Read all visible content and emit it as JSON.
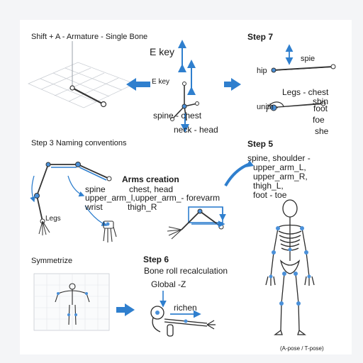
{
  "panels": {
    "add_bone": {
      "title": "Shift + A - Armature - Single Bone",
      "e_key_large": "E key",
      "e_key_small": "E key",
      "spine_chest": "spine - chest",
      "neck_head": "neck - head"
    },
    "step7": {
      "title": "Step 7",
      "spie": "spie",
      "hip": "hip",
      "legs_chest": "Legs - chest",
      "shin": "shin",
      "unith": "unith",
      "foot": "foot",
      "foe": "foe",
      "she": "she"
    },
    "step3": {
      "title": "Step 3 Naming conventions",
      "arms_creation": "Arms creation",
      "row1_a": "spine",
      "row1_b": "chest, head",
      "row2": "upper_arm_l,upper_arm_- forevarm",
      "row3_a": "wrist",
      "row3_b": "thigh_R",
      "legs": "Legs"
    },
    "step5": {
      "title": "Step 5",
      "lines": [
        "spine, shoulder -",
        "upper_arm_L,",
        "upper_arm_R,",
        "thigh_L,",
        "foot - toe"
      ],
      "pose_caption": "(A-pose / T-pose)"
    },
    "symmetrize": {
      "title": "Symmetrize"
    },
    "step6": {
      "title": "Step 6",
      "subtitle": "Bone roll recalculation",
      "global_z": "Global -Z",
      "richen": "richen"
    }
  },
  "colors": {
    "accent": "#2f7fce",
    "bone": "#333333",
    "joint": "#4a90d9"
  }
}
